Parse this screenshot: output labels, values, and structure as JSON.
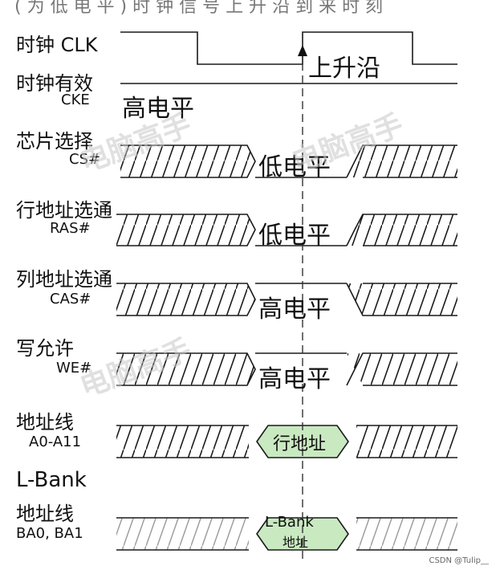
{
  "header_fragment": "( 为 低 电 平 ) 时 钟 信 号 上 升 沿 到 来 时 刻",
  "signals": [
    {
      "name": "时钟 CLK",
      "sub": ""
    },
    {
      "name": "时钟有效",
      "sub": "CKE"
    },
    {
      "name": "芯片选择",
      "sub": "CS#"
    },
    {
      "name": "行地址选通",
      "sub": "RAS#"
    },
    {
      "name": "列地址选通",
      "sub": "CAS#"
    },
    {
      "name": "写允许",
      "sub": "WE#"
    },
    {
      "name": "地址线",
      "sub": "A0-A11"
    },
    {
      "name": "L-Bank",
      "sub": ""
    },
    {
      "name": "地址线",
      "sub": "BA0, BA1"
    }
  ],
  "annotations": {
    "rising_edge": "上升沿",
    "cke_state": "高电平",
    "cs_state": "低电平",
    "ras_state": "低电平",
    "cas_state": "高电平",
    "we_state": "高电平",
    "addr_state": "行地址",
    "bank_state_line1": "L-Bank",
    "bank_state_line2": "地址"
  },
  "watermarks": [
    "电脑高手",
    "电脑高手",
    "电脑高手"
  ],
  "credit": "CSDN @Tulip__",
  "colors": {
    "line": "#1a1a1a",
    "dashed": "#333333",
    "bus_fill": "#c9e9c1",
    "watermark": "#c8c8c8"
  }
}
